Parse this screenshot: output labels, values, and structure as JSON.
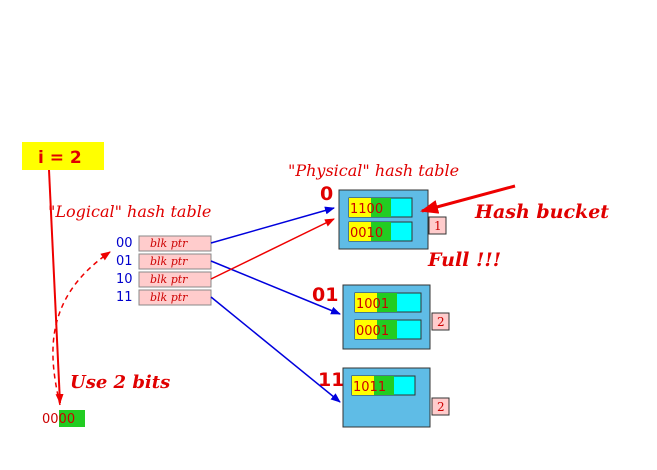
{
  "global_depth": {
    "label": "i = 2"
  },
  "logical_table": {
    "title": "\"Logical\" hash table",
    "entries": [
      {
        "index": "00",
        "ptr": "blk ptr"
      },
      {
        "index": "01",
        "ptr": "blk ptr"
      },
      {
        "index": "10",
        "ptr": "blk ptr"
      },
      {
        "index": "11",
        "ptr": "blk ptr"
      }
    ]
  },
  "physical_table": {
    "title": "\"Physical\" hash table"
  },
  "buckets": [
    {
      "label": "0",
      "local_depth": "1",
      "records": [
        {
          "prefix": "11",
          "suffix": "00"
        },
        {
          "prefix": "00",
          "suffix": "10"
        }
      ]
    },
    {
      "label": "01",
      "local_depth": "2",
      "records": [
        {
          "prefix": "10",
          "suffix": "01"
        },
        {
          "prefix": "00",
          "suffix": "01"
        }
      ]
    },
    {
      "label": "11",
      "local_depth": "2",
      "records": [
        {
          "prefix": "10",
          "suffix": "11"
        }
      ]
    }
  ],
  "annotations": {
    "hash_bucket": "Hash bucket",
    "full": "Full !!!",
    "use_bits": "Use 2 bits"
  },
  "hash_key": {
    "prefix": "00",
    "suffix": "00"
  },
  "colors": {
    "bucket_fill": "#5fbce6",
    "cell_cyan": "#00ffff",
    "yellow": "#ffff00",
    "green": "#22cc22",
    "pink": "#ffcccc",
    "red": "#ee0000",
    "blue": "#0000dd"
  }
}
